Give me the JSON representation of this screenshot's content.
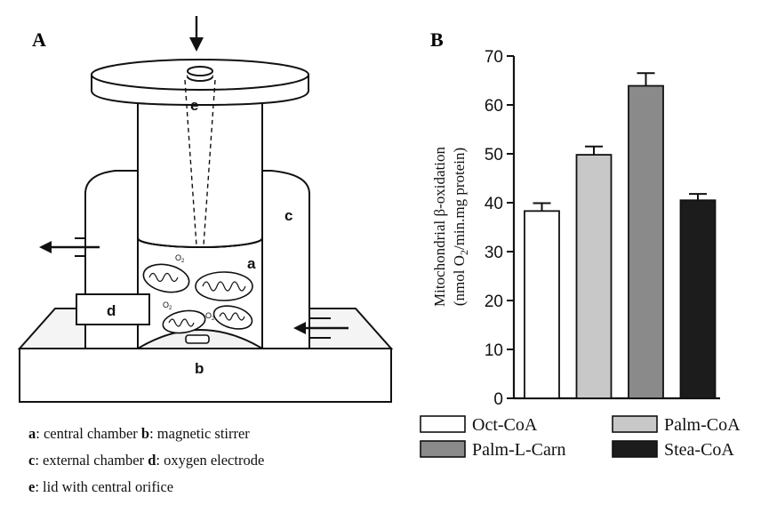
{
  "panel_a": {
    "label": "A",
    "parts": {
      "a": "a",
      "b": "b",
      "c": "c",
      "d": "d",
      "e": "e"
    },
    "oxygen_symbols": [
      "O",
      "O",
      "O"
    ],
    "oxygen_subscript": "2",
    "legend": [
      [
        {
          "key": "a",
          "text": ": central chamber "
        },
        {
          "key": "b",
          "text": ": magnetic stirrer"
        }
      ],
      [
        {
          "key": "c",
          "text": ": external chamber "
        },
        {
          "key": "d",
          "text": ": oxygen electrode"
        }
      ],
      [
        {
          "key": "e",
          "text": ": lid with central orifice"
        }
      ]
    ]
  },
  "panel_b": {
    "label": "B",
    "ylabel_line1": "Mitochondrial β-oxidation",
    "ylabel_line2_prefix": "(nmol O",
    "ylabel_line2_sub": "2",
    "ylabel_line2_suffix": "/min.mg protein)"
  },
  "chart_data": {
    "type": "bar",
    "categories": [
      "Oct-CoA",
      "Palm-CoA",
      "Palm-L-Carn",
      "Stea-CoA"
    ],
    "values": [
      38.3,
      49.8,
      63.9,
      40.5
    ],
    "errors": [
      1.6,
      1.7,
      2.6,
      1.3
    ],
    "colors": [
      "#ffffff",
      "#c8c8c8",
      "#8a8a8a",
      "#1c1c1c"
    ],
    "ylim": [
      0,
      70
    ],
    "yticks": [
      "0",
      "10",
      "20",
      "30",
      "40",
      "50",
      "60",
      "70"
    ],
    "legend": [
      {
        "label": "Oct-CoA",
        "color": "#ffffff"
      },
      {
        "label": "Palm-CoA",
        "color": "#c8c8c8"
      },
      {
        "label": "Palm-L-Carn",
        "color": "#8a8a8a"
      },
      {
        "label": "Stea-CoA",
        "color": "#1c1c1c"
      }
    ],
    "legend_placement": "bottom",
    "grid": false
  }
}
